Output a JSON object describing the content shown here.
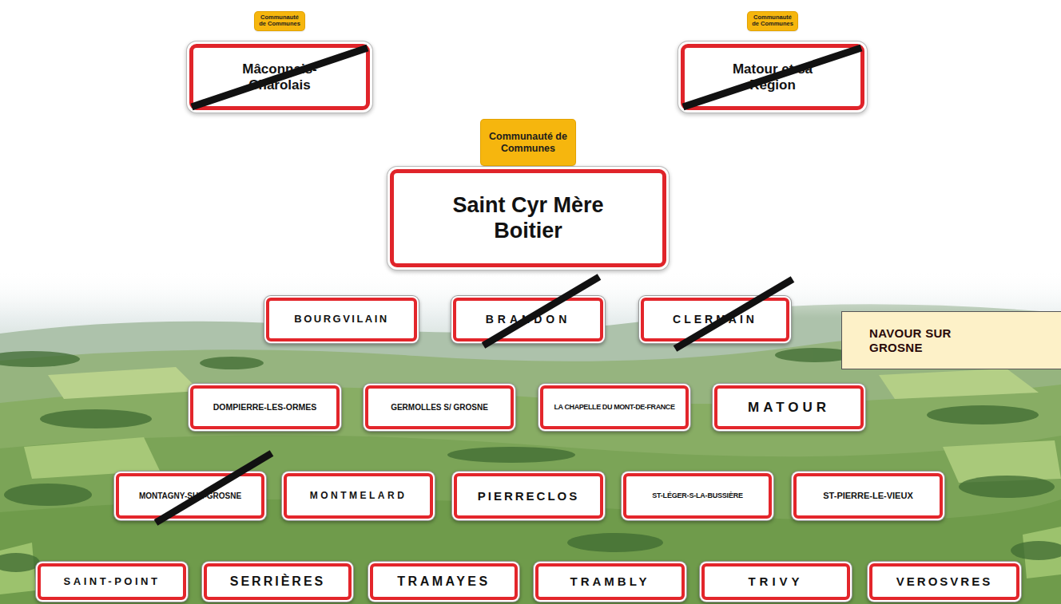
{
  "diagram": {
    "nodes": [
      {
        "text": [
          "Communauté de Communes",
          "Mâconnais-Charolais"
        ]
      },
      {
        "text": [
          "Communauté de Communes",
          "Matour et sa Région"
        ]
      },
      {
        "text": [
          "Communauté de Communes",
          "Saint Cyr Mère Boitier"
        ]
      },
      {
        "text": [
          "BOURGVILAIN"
        ]
      },
      {
        "text": [
          "BRANDON"
        ]
      },
      {
        "text": [
          "CLERMAIN"
        ]
      },
      {
        "text": [
          "NAVOUR SUR GROSNE"
        ]
      },
      {
        "text": [
          "DOMPIERRE-LES-ORMES"
        ]
      },
      {
        "text": [
          "GERMOLLES S/ GROSNE"
        ]
      },
      {
        "text": [
          "LA CHAPELLE DU MONT-DE-FRANCE"
        ]
      },
      {
        "text": [
          "MATOUR"
        ]
      },
      {
        "text": [
          "MONTAGNY-SUR-GROSNE"
        ]
      },
      {
        "text": [
          "MONTMELARD"
        ]
      },
      {
        "text": [
          "PIERRECLOS"
        ]
      },
      {
        "text": [
          "ST-LÉGER-S-LA-BUSSIÈRE"
        ]
      },
      {
        "text": [
          "ST-PIERRE-LE-VIEUX"
        ]
      },
      {
        "text": [
          "SAINT-POINT"
        ]
      },
      {
        "text": [
          "SERRIÈRES"
        ]
      },
      {
        "text": [
          "TRAMAYES"
        ]
      },
      {
        "text": [
          "TRAMBLY"
        ]
      },
      {
        "text": [
          "TRIVY"
        ]
      },
      {
        "text": [
          "VEROSVRES"
        ]
      }
    ]
  }
}
